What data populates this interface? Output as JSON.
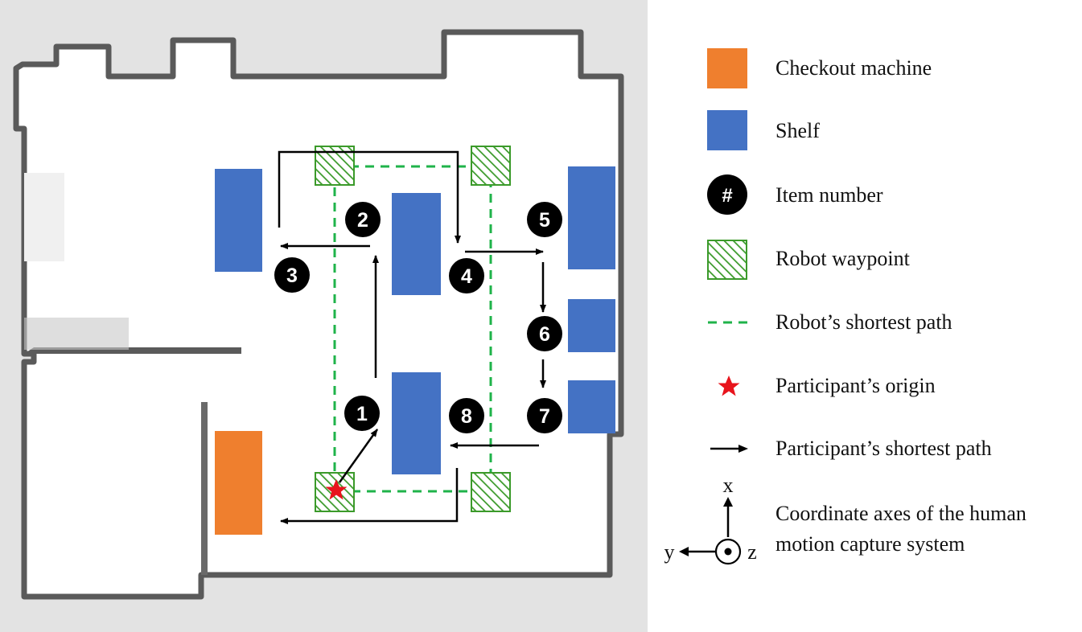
{
  "colors": {
    "checkout": "#ef7f2e",
    "shelf": "#4472c4",
    "waypoint_stroke": "#3b9a2a",
    "robot_path": "#1fb34a",
    "origin": "#e8141c",
    "item_marker": "#000000",
    "map_background": "#e3e3e3",
    "free_space": "#ffffff",
    "wall": "#555555"
  },
  "legend": [
    {
      "key": "checkout",
      "label": "Checkout machine",
      "icon": "orange-rectangle"
    },
    {
      "key": "shelf",
      "label": "Shelf",
      "icon": "blue-rectangle"
    },
    {
      "key": "item",
      "label": "Item number",
      "icon": "black-circle-hash",
      "symbol": "#"
    },
    {
      "key": "waypoint",
      "label": "Robot waypoint",
      "icon": "hatched-green-square"
    },
    {
      "key": "robot_path",
      "label": "Robot’s shortest path",
      "icon": "green-dashed-line"
    },
    {
      "key": "origin",
      "label": "Participant’s origin",
      "icon": "red-star"
    },
    {
      "key": "participant_path",
      "label": "Participant’s shortest path",
      "icon": "black-arrow"
    }
  ],
  "axes": {
    "x_label": "x",
    "y_label": "y",
    "z_label": "z",
    "caption_line1": "Coordinate axes of the human",
    "caption_line2": "motion capture system"
  },
  "items": [
    "1",
    "2",
    "3",
    "4",
    "5",
    "6",
    "7",
    "8"
  ]
}
